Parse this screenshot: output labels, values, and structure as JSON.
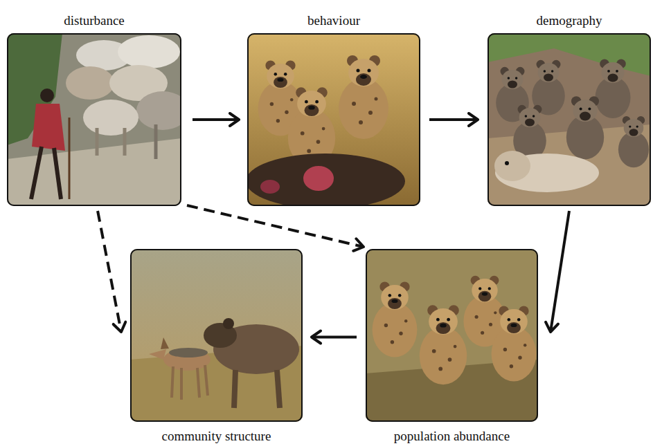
{
  "diagram": {
    "nodes": [
      {
        "text": [
          "disturbance"
        ]
      },
      {
        "text": [
          "behaviour"
        ]
      },
      {
        "text": [
          "demography"
        ]
      },
      {
        "text": [
          "community structure"
        ]
      },
      {
        "text": [
          "population abundance"
        ]
      }
    ],
    "edges": [
      {
        "from": 0,
        "to": 1,
        "arrow": "to"
      },
      {
        "from": 1,
        "to": 2,
        "arrow": "to"
      },
      {
        "from": 2,
        "to": 4,
        "arrow": "to"
      },
      {
        "from": 4,
        "to": 3,
        "arrow": "to"
      },
      {
        "from": 0,
        "to": 4,
        "arrow": "to"
      },
      {
        "from": 0,
        "to": 3,
        "arrow": "to"
      }
    ]
  }
}
